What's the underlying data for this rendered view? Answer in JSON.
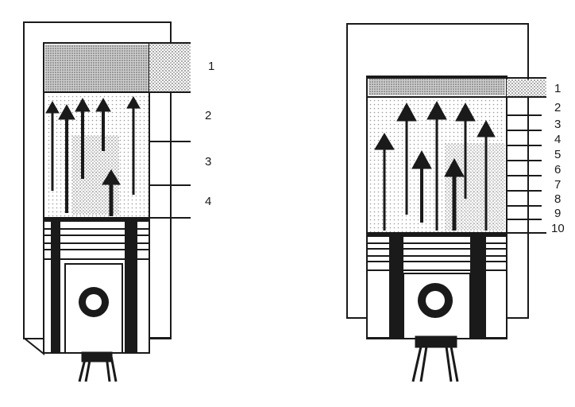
{
  "diagrams": [
    {
      "labels": [
        "1",
        "2",
        "3",
        "4"
      ]
    },
    {
      "labels": [
        "1",
        "2",
        "3",
        "4",
        "5",
        "6",
        "7",
        "8",
        "9",
        "10"
      ]
    }
  ],
  "colors": {
    "ink": "#1a1a1a",
    "paper": "#ffffff",
    "dot_shade": "#9a9a9a"
  },
  "icons": [
    "cylinder",
    "piston",
    "piston-ring",
    "connecting-rod",
    "flow-arrow"
  ]
}
